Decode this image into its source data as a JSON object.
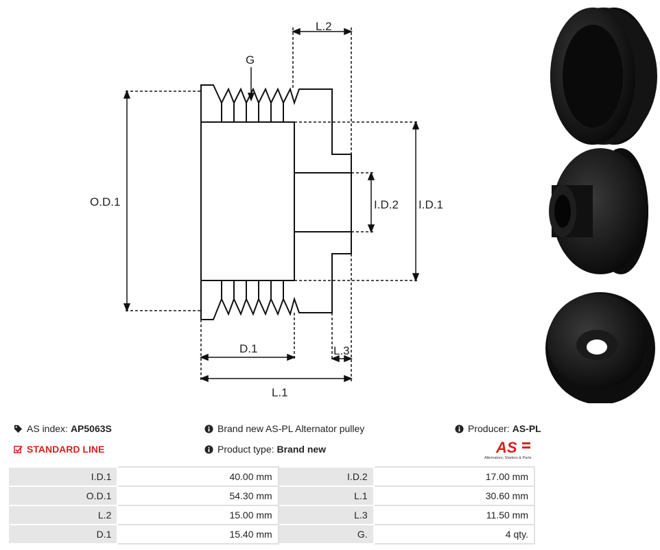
{
  "dimensions": {
    "g": "G",
    "l2": "L.2",
    "od1": "O.D.1",
    "id1": "I.D.1",
    "id2": "I.D.2",
    "d1": "D.1",
    "l3": "L.3",
    "l1": "L.1"
  },
  "product": {
    "as_index_label": "AS index:",
    "as_index_value": "AP5063S",
    "description": "Brand new AS-PL Alternator pulley",
    "producer_label": "Producer:",
    "producer_value": "AS-PL",
    "line": "STANDARD LINE",
    "type_label": "Product type:",
    "type_value": "Brand new"
  },
  "logo": {
    "mark": "AS",
    "tagline": "Alternators, Starters & Parts"
  },
  "specs": [
    {
      "l1": "I.D.1",
      "v1": "40.00 mm",
      "l2": "I.D.2",
      "v2": "17.00 mm"
    },
    {
      "l1": "O.D.1",
      "v1": "54.30 mm",
      "l2": "L.1",
      "v2": "30.60 mm"
    },
    {
      "l1": "L.2",
      "v1": "15.00 mm",
      "l2": "L.3",
      "v2": "11.50 mm"
    },
    {
      "l1": "D.1",
      "v1": "15.40 mm",
      "l2": "G.",
      "v2": "4 qty."
    }
  ],
  "colors": {
    "accent": "#d8201b",
    "label_bg": "#e6e6e6"
  }
}
